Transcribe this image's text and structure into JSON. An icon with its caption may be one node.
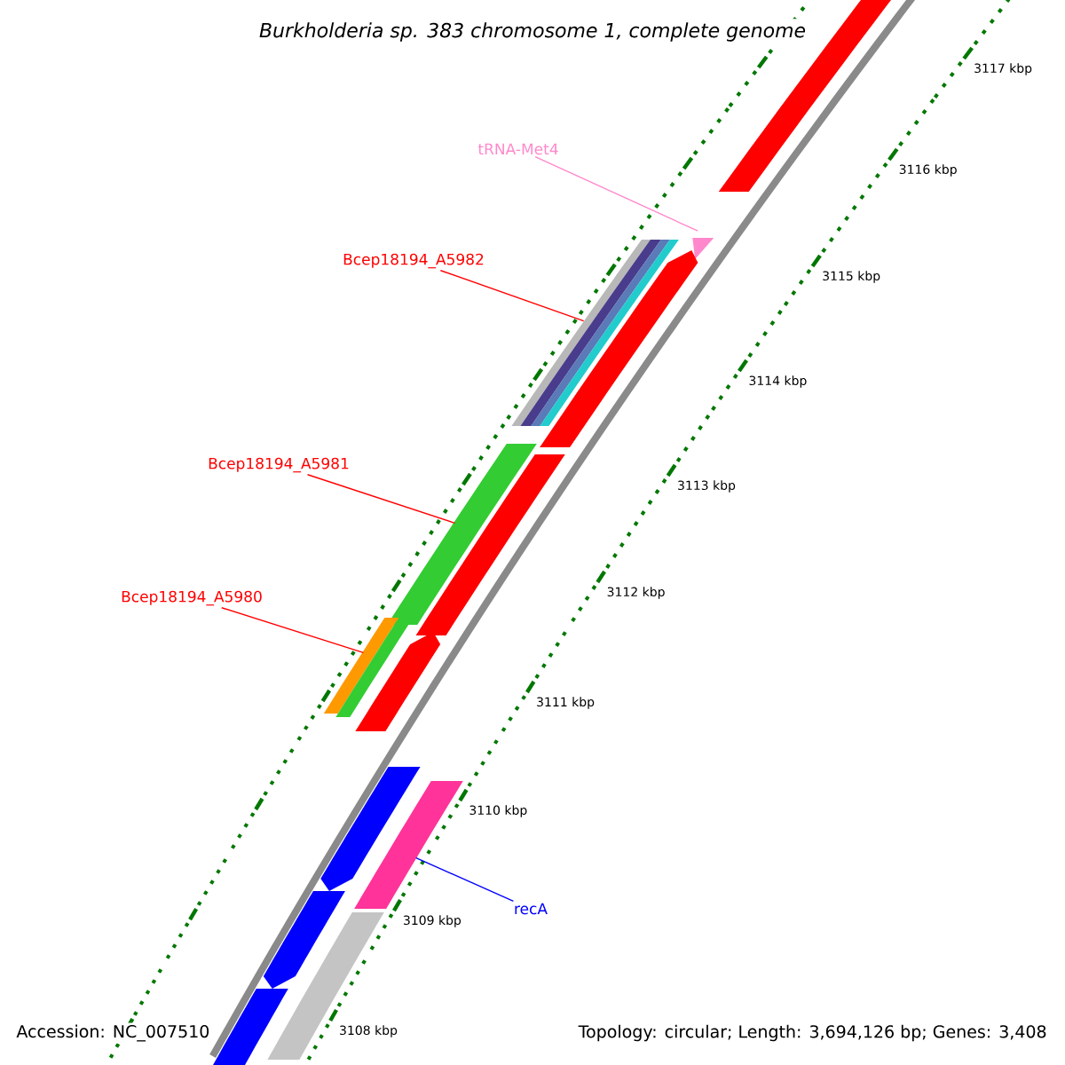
{
  "diagram": {
    "title": "Burkholderia sp. 383 chromosome 1, complete genome",
    "nodes": [
      {
        "text": [
          "tRNA-Met4"
        ]
      },
      {
        "text": [
          "Bcep18194_A5982"
        ]
      },
      {
        "text": [
          "Bcep18194_A5981"
        ]
      },
      {
        "text": [
          "Bcep18194_A5980"
        ]
      },
      {
        "text": [
          "recA"
        ]
      },
      {
        "text": [],
        "shape": "bar"
      },
      {
        "text": [],
        "shape": "bar"
      },
      {
        "text": [],
        "shape": "bar"
      },
      {
        "text": [],
        "shape": "bar"
      },
      {
        "text": [],
        "shape": "bar"
      },
      {
        "text": [],
        "shape": "bar"
      },
      {
        "text": [],
        "shape": "bar"
      },
      {
        "text": [],
        "shape": "bar"
      },
      {
        "text": [],
        "shape": "bar"
      },
      {
        "text": [],
        "shape": "bar"
      },
      {
        "text": [],
        "shape": "bar"
      },
      {
        "text": [],
        "shape": "bar"
      },
      {
        "text": [],
        "shape": "bar"
      },
      {
        "text": [],
        "shape": "bar"
      }
    ],
    "edges": [
      {
        "from": 0,
        "to": 5,
        "arrow": "none",
        "color": "#ff88cc"
      },
      {
        "from": 1,
        "to": 6,
        "arrow": "none"
      },
      {
        "from": 2,
        "to": 7,
        "arrow": "none"
      },
      {
        "from": 3,
        "to": 8,
        "arrow": "none"
      },
      {
        "from": 4,
        "to": 9,
        "arrow": "none",
        "color": "#0000ff"
      }
    ],
    "labels": [
      "3117 kbp",
      "3116 kbp",
      "3115 kbp",
      "3114 kbp",
      "3113 kbp",
      "3112 kbp",
      "3111 kbp",
      "3110 kbp",
      "3109 kbp",
      "3108 kbp",
      "Accession: NC_007510",
      "Topology: circular; Length: 3,694,126 bp; Genes: 3,408"
    ]
  }
}
